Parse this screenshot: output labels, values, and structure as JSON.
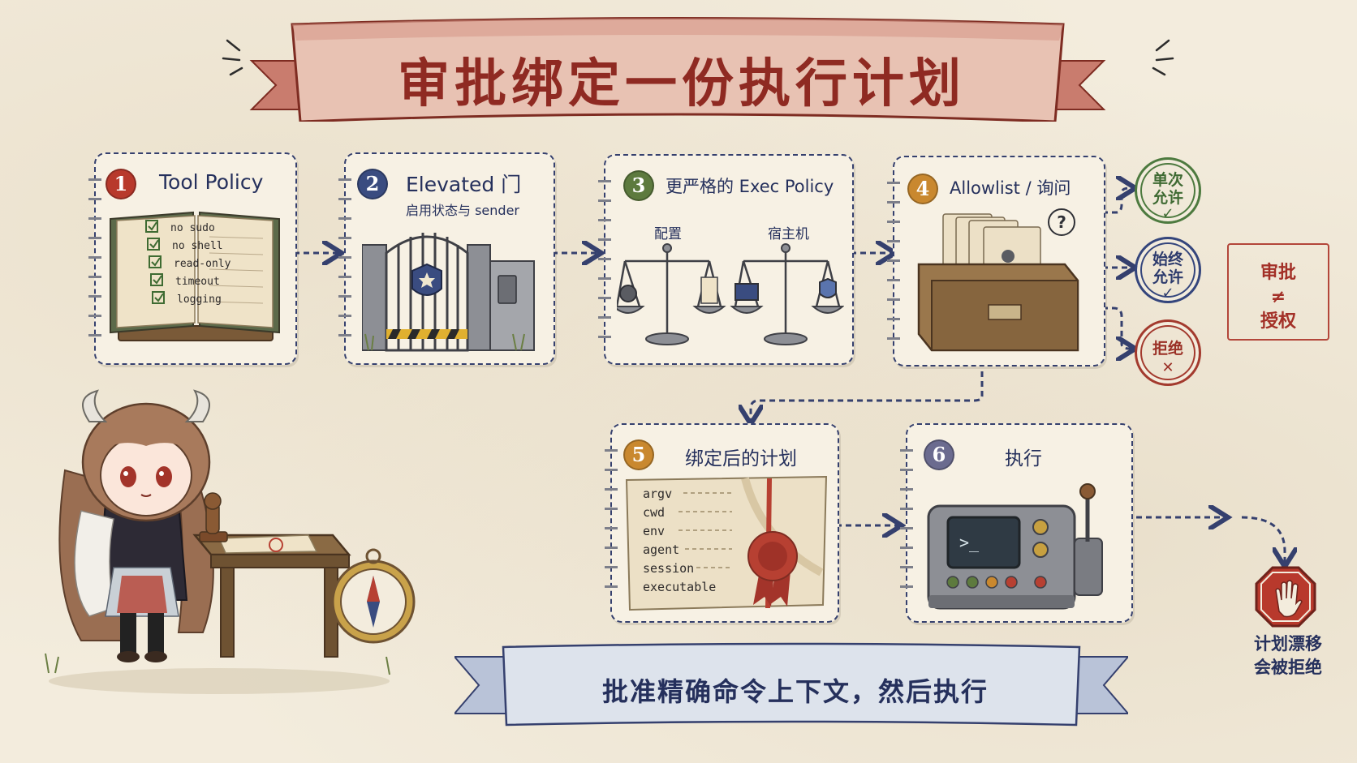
{
  "title": "审批绑定一份执行计划",
  "steps": [
    {
      "num": "1",
      "title": "Tool Policy",
      "color": "#b8392c",
      "checklist": [
        "no sudo",
        "no shell",
        "read-only",
        "timeout",
        "logging"
      ]
    },
    {
      "num": "2",
      "title": "Elevated 门",
      "subtitle": "启用状态与 sender",
      "color": "#3a4c80"
    },
    {
      "num": "3",
      "title": "更严格的 Exec Policy",
      "color": "#5d7a3e",
      "labels": [
        "配置",
        "宿主机"
      ]
    },
    {
      "num": "4",
      "title": "Allowlist / 询问",
      "color": "#c9882f"
    },
    {
      "num": "5",
      "title": "绑定后的计划",
      "color": "#c9882f",
      "fields": [
        "argv",
        "cwd",
        "env",
        "agent",
        "session",
        "executable"
      ]
    },
    {
      "num": "6",
      "title": "执行",
      "color": "#6b6b8f"
    }
  ],
  "decisions": [
    {
      "lines": [
        "单次",
        "允许"
      ],
      "mark": "✓",
      "tone": "green"
    },
    {
      "lines": [
        "始终",
        "允许"
      ],
      "mark": "✓",
      "tone": "blue"
    },
    {
      "lines": [
        "拒绝"
      ],
      "mark": "✕",
      "tone": "red"
    }
  ],
  "note": {
    "line1": "审批",
    "line2": "≠",
    "line3": "授权"
  },
  "bottom_banner": "批准精确命令上下文，然后执行",
  "drift": {
    "line1": "计划漂移",
    "line2": "会被拒绝"
  },
  "colors": {
    "navy": "#2c3563",
    "red": "#a33a2e",
    "paper": "#f3ecdd",
    "green": "#4d7a3f"
  }
}
